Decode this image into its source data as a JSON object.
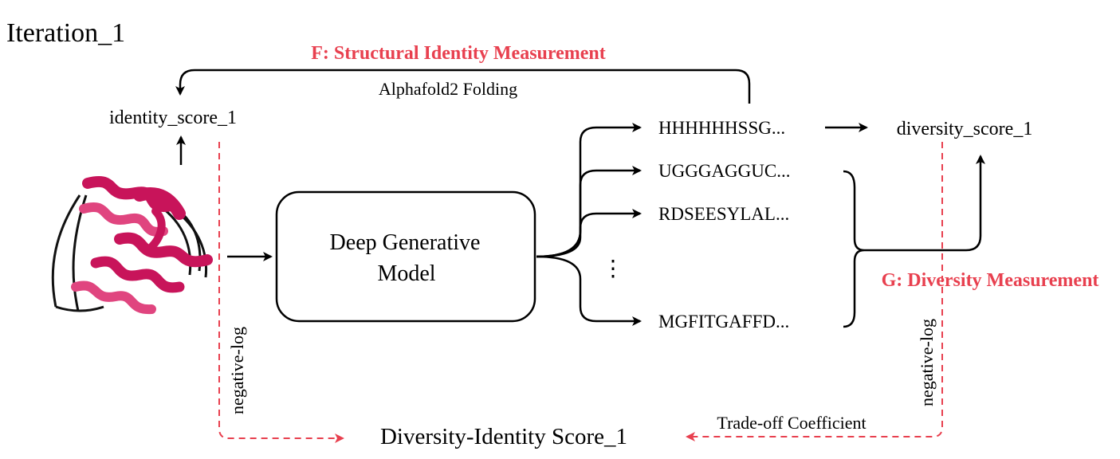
{
  "title": "Iteration_1",
  "labels": {
    "structural_measure": "F: Structural Identity Measurement",
    "folding": "Alphafold2 Folding",
    "identity_score": "identity_score_1",
    "diversity_score": "diversity_score_1",
    "model_line1": "Deep Generative",
    "model_line2": "Model",
    "diversity_measure": "G: Diversity Measurement",
    "negative_log_left": "negative-log",
    "negative_log_right": "negative-log",
    "trade_off": "Trade-off Coefficient",
    "final_score": "Diversity-Identity Score_1",
    "ellipsis": "⋮"
  },
  "sequences": [
    "HHHHHHSSG...",
    "UGGGAGGUC...",
    "RDSEESYLAL...",
    "MGFITGAFFD..."
  ],
  "colors": {
    "accent": "#e8404f",
    "protein": "#c8145a",
    "protein_light": "#e0457f",
    "line": "#000000"
  },
  "icons": [
    "protein-structure-icon"
  ]
}
